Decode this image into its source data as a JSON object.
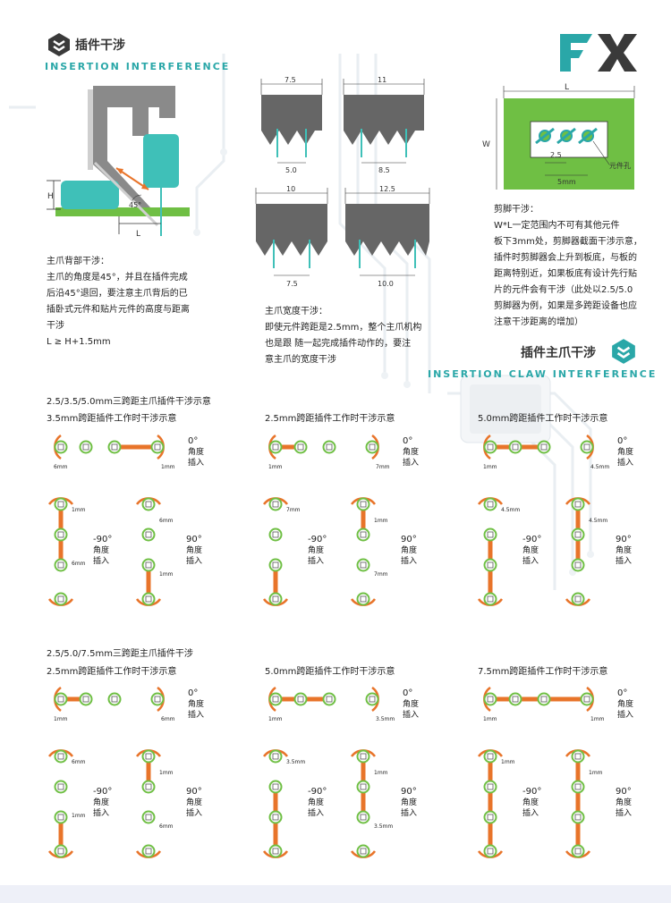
{
  "sections": {
    "insertion_interference": {
      "title_cn": "插件干涉",
      "title_en": "INSERTION INTERFERENCE"
    },
    "claw_interference": {
      "title_cn": "插件主爪干涉",
      "title_en": "INSERTION CLAW INTERFERENCE"
    }
  },
  "logo": {
    "text": "FX"
  },
  "diagram1": {
    "h_label": "H",
    "l_label": "L",
    "angle": "45°"
  },
  "diagram2": {
    "widths": [
      "7.5",
      "11",
      "10",
      "12.5"
    ],
    "pitches": [
      "5.0",
      "8.5",
      "7.5",
      "10.0"
    ]
  },
  "diagram3": {
    "l_label": "L",
    "w_label": "W",
    "pitch": "2.5",
    "span": "5mm",
    "hole_label": "元件孔"
  },
  "text_blocks": {
    "back": [
      "主爪背部干涉：",
      "主爪的角度是45°，并且在插件完成",
      "后沿45°退回，要注意主爪背后的已",
      "插卧式元件和贴片元件的高度与距离",
      "干涉",
      "L ≥ H+1.5mm"
    ],
    "width": [
      "主爪宽度干涉：",
      "即使元件跨距是2.5mm，整个主爪机构",
      "也是跟 随一起完成插件动作的，要注",
      "意主爪的宽度干涉"
    ],
    "cut": [
      "剪脚干涉：",
      "W*L一定范围内不可有其他元件",
      "板下3mm处，剪脚器截面干涉示意，",
      "插件时剪脚器会上升到板底，与板的",
      "距离特别近，如果板底有设计先行贴",
      "片的元件会有干涉（此处以2.5/5.0",
      "剪脚器为例，如果是多跨距设备也应",
      "注意干涉距离的增加）"
    ]
  },
  "groups": [
    {
      "title": "2.5/3.5/5.0mm三跨距主爪插件干涉示意",
      "items": [
        {
          "subtitle": "3.5mm跨距插件工作时干涉示意",
          "h_dims": [
            "6mm",
            "1mm"
          ],
          "v_left": [
            "1mm",
            "6mm"
          ],
          "v_right": [
            "6mm",
            "1mm"
          ]
        },
        {
          "subtitle": "2.5mm跨距插件工作时干涉示意",
          "h_dims": [
            "1mm",
            "7mm"
          ],
          "v_left": [
            "7mm"
          ],
          "v_right": [
            "1mm",
            "7mm"
          ]
        },
        {
          "subtitle": "5.0mm跨距插件工作时干涉示意",
          "h_dims": [
            "1mm",
            "4.5mm"
          ],
          "v_left": [
            "4.5mm"
          ],
          "v_right": [
            "4.5mm"
          ]
        }
      ]
    },
    {
      "title": "2.5/5.0/7.5mm三跨距主爪插件干涉",
      "items": [
        {
          "subtitle": "2.5mm跨距插件工作时干涉示意",
          "h_dims": [
            "1mm",
            "6mm"
          ],
          "v_left": [
            "6mm",
            "1mm"
          ],
          "v_right": [
            "1mm",
            "6mm"
          ]
        },
        {
          "subtitle": "5.0mm跨距插件工作时干涉示意",
          "h_dims": [
            "1mm",
            "3.5mm"
          ],
          "v_left": [
            "3.5mm"
          ],
          "v_right": [
            "1mm",
            "3.5mm"
          ]
        },
        {
          "subtitle": "7.5mm跨距插件工作时干涉示意",
          "h_dims": [
            "1mm",
            "1mm"
          ],
          "v_left": [
            "1mm"
          ],
          "v_right": [
            "1mm"
          ]
        }
      ]
    }
  ],
  "angle_labels": {
    "zero": "0°",
    "minus90": "-90°",
    "plus90": "90°",
    "line2": "角度",
    "line3": "插入"
  },
  "colors": {
    "teal": "#2aa7a8",
    "green": "#6fbf44",
    "orange": "#e8742a",
    "gray": "#8a8a8a"
  }
}
